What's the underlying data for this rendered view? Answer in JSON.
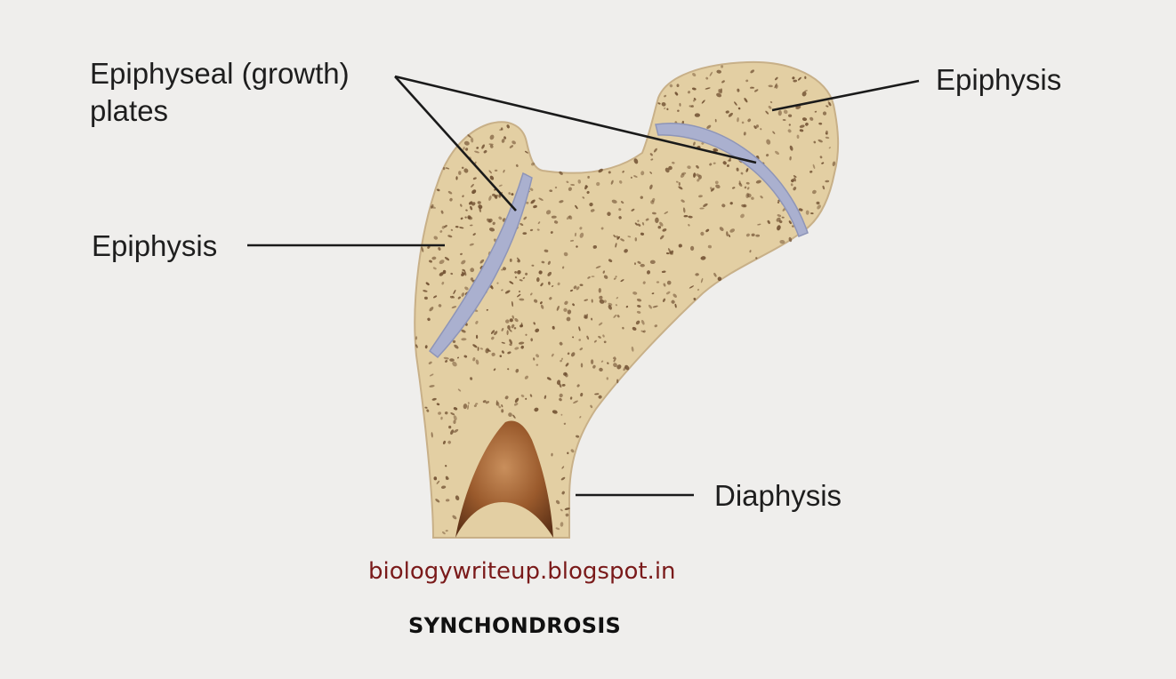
{
  "labels": {
    "growth_plates_line1": "Epiphyseal (growth)",
    "growth_plates_line2": "plates",
    "epiphysis_right": "Epiphysis",
    "epiphysis_left": "Epiphysis",
    "diaphysis": "Diaphysis"
  },
  "watermark": "biologywriteup.blogspot.in",
  "caption": "SYNCHONDROSIS",
  "colors": {
    "background": "#efeeec",
    "bone": "#e3cfa3",
    "spongy_pores": "#6b4a2c",
    "growth_plate": "#aab0cf",
    "marrow_cavity": "#9a5a2c",
    "leader_lines": "#1a1a1a",
    "watermark": "#7a1a1a"
  }
}
